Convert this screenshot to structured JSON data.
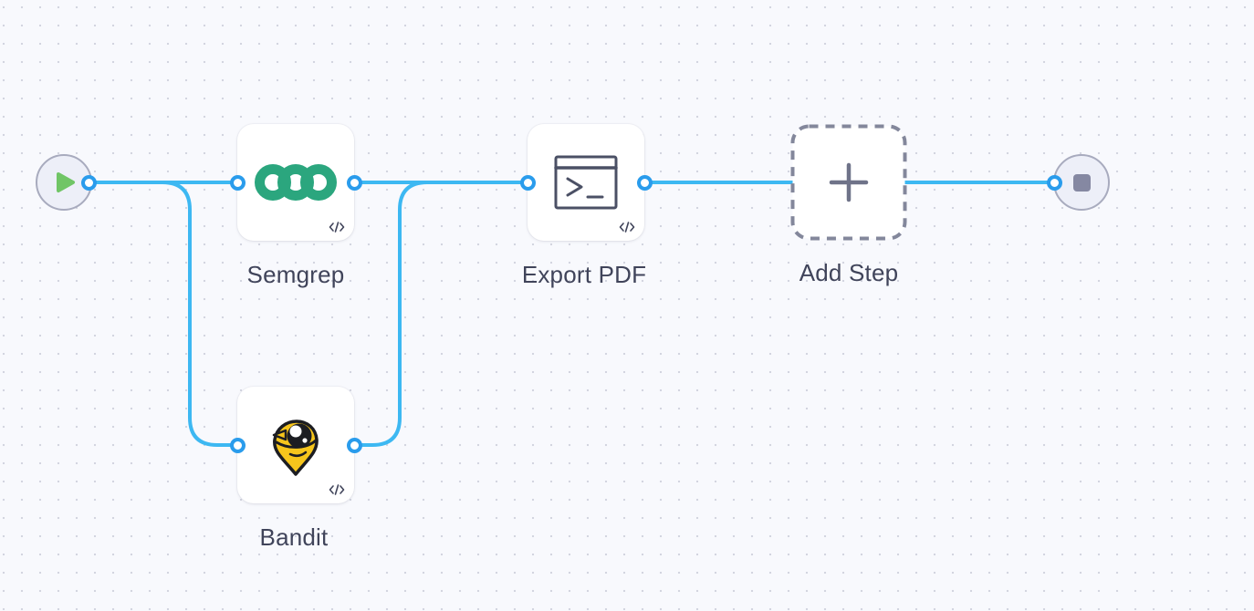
{
  "canvas": {
    "kind": "workflow-editor-canvas"
  },
  "colors": {
    "bg": "#f8f9fd",
    "dot": "#d3d5e0",
    "edge": "#3db8f2",
    "port_ring": "#2a9cec",
    "label": "#40445a",
    "circle_fill": "#edeff8",
    "circle_border": "#a8abbe",
    "play_green": "#70c566",
    "stop_gray": "#8588a2",
    "semgrep_green": "#2ba67e",
    "terminal_ink": "#4b5065",
    "bandit_yellow": "#f6c51c",
    "bandit_outline": "#1c1d22",
    "dash_border": "#83879b",
    "plus_sign": "#6f7389"
  },
  "nodes": {
    "start": {
      "type": "start",
      "icon": "play-icon"
    },
    "semgrep": {
      "label": "Semgrep",
      "icon": "semgrep-logo",
      "badge": "code-icon"
    },
    "bandit": {
      "label": "Bandit",
      "icon": "bandit-logo",
      "badge": "code-icon"
    },
    "export_pdf": {
      "label": "Export PDF",
      "icon": "terminal-icon",
      "badge": "code-icon"
    },
    "add_step": {
      "label": "Add Step",
      "icon": "plus-icon"
    },
    "end": {
      "type": "end",
      "icon": "stop-icon"
    }
  },
  "edges": [
    {
      "from": "start",
      "to": "semgrep"
    },
    {
      "from": "start",
      "to": "bandit"
    },
    {
      "from": "semgrep",
      "to": "export_pdf"
    },
    {
      "from": "bandit",
      "to": "export_pdf"
    },
    {
      "from": "export_pdf",
      "to": "end"
    }
  ]
}
